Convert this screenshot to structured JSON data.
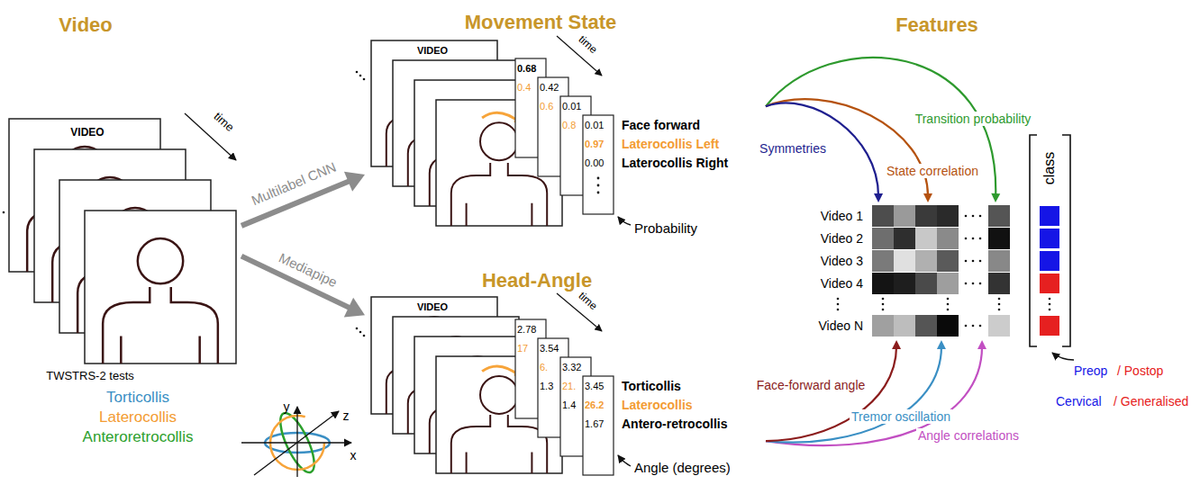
{
  "diagram": {
    "nodes": [
      {
        "text": [
          "VIDEO",
          "TWSTRS-2 tests"
        ]
      },
      {
        "text": [
          "VIDEO"
        ]
      },
      {
        "text": [
          "VIDEO"
        ]
      },
      {
        "text": [
          "Video 1",
          "Video 2",
          "Video 3",
          "Video 4",
          "Video N"
        ]
      },
      {
        "text": [
          "class"
        ]
      }
    ],
    "edges": [
      {
        "from": 0,
        "to": 1,
        "arrow": "to",
        "label": "Multilabel CNN"
      },
      {
        "from": 0,
        "to": 2,
        "arrow": "to",
        "label": "Mediapipe"
      },
      {
        "from": 1,
        "to": 3,
        "arrow": "to",
        "label": "Symmetries"
      },
      {
        "from": 1,
        "to": 3,
        "arrow": "to",
        "label": "State correlation"
      },
      {
        "from": 1,
        "to": 3,
        "arrow": "to",
        "label": "Transition probability"
      },
      {
        "from": 2,
        "to": 3,
        "arrow": "to",
        "label": "Face-forward angle"
      },
      {
        "from": 2,
        "to": 3,
        "arrow": "to",
        "label": "Tremor oscillation"
      },
      {
        "from": 2,
        "to": 3,
        "arrow": "to",
        "label": "Angle correlations"
      }
    ],
    "labels": [
      "Video",
      "time",
      "Torticollis",
      "Laterocollis",
      "Anteroretrocollis",
      "y",
      "x",
      "z",
      "Movement State",
      "time",
      "0.68",
      "0.4",
      "0.42",
      "0.6",
      "0.01",
      "0.8",
      "0.01",
      "0.97",
      "0.00",
      "Face forward",
      "Laterocollis Left",
      "Laterocollis Right",
      "Probability",
      "Head-Angle",
      "time",
      "2.78",
      "17",
      "3.54",
      "6.",
      "1.3",
      "3.32",
      "21.",
      "1.4",
      "3.45",
      "26.2",
      "1.67",
      "Torticollis",
      "Laterocollis",
      "Antero-retrocollis",
      "Angle (degrees)",
      "Features",
      "Preop",
      "/ Postop",
      "Cervical",
      "/ Generalised"
    ]
  }
}
